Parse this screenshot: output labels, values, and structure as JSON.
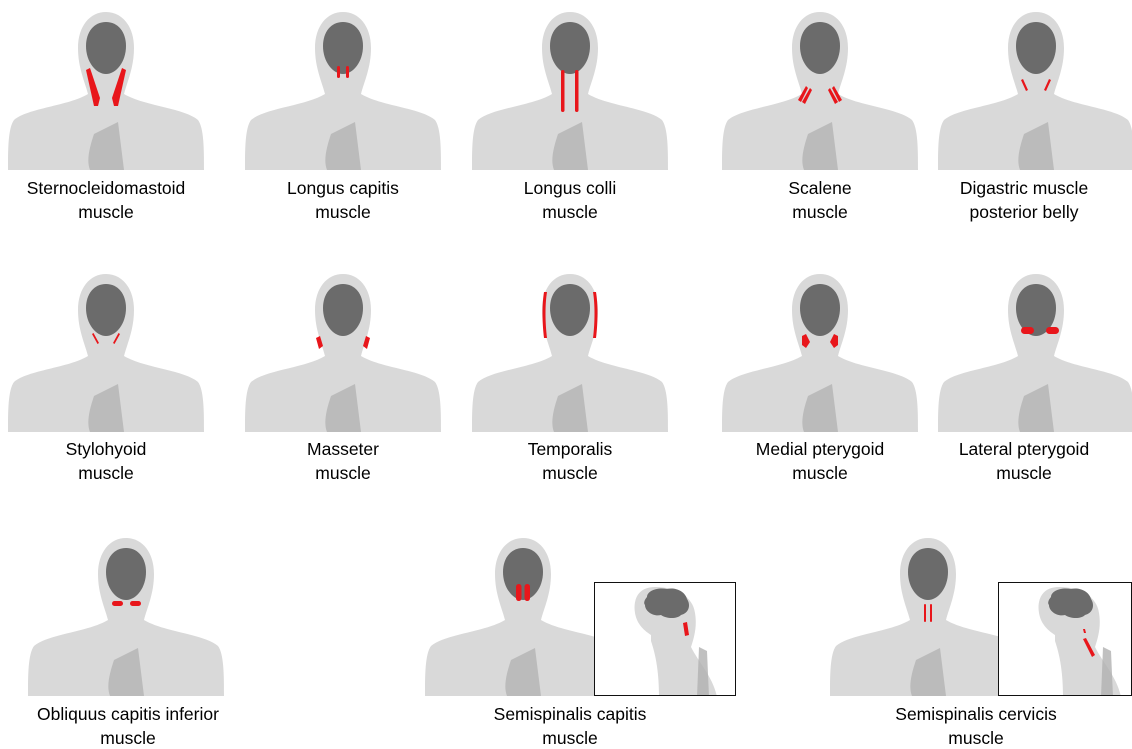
{
  "colors": {
    "body": "#d9d9d9",
    "head_inner": "#6b6b6b",
    "shadow": "#b0b0b0",
    "muscle": "#e8161b",
    "inset_border": "#111111"
  },
  "panels": [
    {
      "id": "scm",
      "caption_line1": "Sternocleidomastoid",
      "caption_line2": "muscle"
    },
    {
      "id": "longus-capitis",
      "caption_line1": "Longus capitis",
      "caption_line2": "muscle"
    },
    {
      "id": "longus-colli",
      "caption_line1": "Longus colli",
      "caption_line2": "muscle"
    },
    {
      "id": "scalene",
      "caption_line1": "Scalene",
      "caption_line2": "muscle"
    },
    {
      "id": "digastric",
      "caption_line1": "Digastric muscle",
      "caption_line2": "posterior belly"
    },
    {
      "id": "stylohyoid",
      "caption_line1": "Stylohyoid",
      "caption_line2": "muscle"
    },
    {
      "id": "masseter",
      "caption_line1": "Masseter",
      "caption_line2": "muscle"
    },
    {
      "id": "temporalis",
      "caption_line1": "Temporalis",
      "caption_line2": "muscle"
    },
    {
      "id": "medial-pterygoid",
      "caption_line1": "Medial pterygoid",
      "caption_line2": "muscle"
    },
    {
      "id": "lateral-pterygoid",
      "caption_line1": "Lateral pterygoid",
      "caption_line2": "muscle"
    },
    {
      "id": "obliquus",
      "caption_line1": "Obliquus capitis inferior",
      "caption_line2": "muscle"
    },
    {
      "id": "semispinalis-capitis",
      "caption_line1": "Semispinalis capitis",
      "caption_line2": "muscle",
      "has_side_inset": true
    },
    {
      "id": "semispinalis-cervicis",
      "caption_line1": "Semispinalis cervicis",
      "caption_line2": "muscle",
      "has_side_inset": true
    }
  ]
}
